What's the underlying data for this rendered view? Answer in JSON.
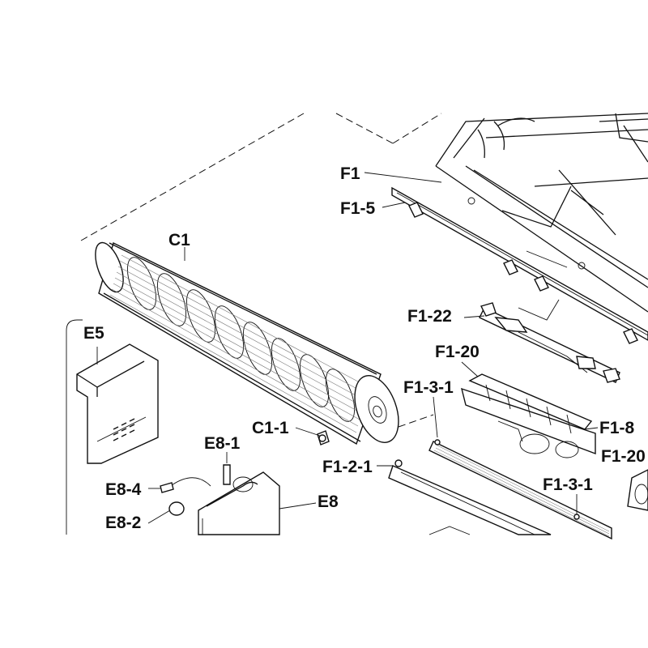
{
  "labels": {
    "c1": "C1",
    "c1_1": "C1-1",
    "e5": "E5",
    "e8": "E8",
    "e8_1": "E8-1",
    "e8_2": "E8-2",
    "e8_4": "E8-4",
    "f1": "F1",
    "f1_5": "F1-5",
    "f1_22": "F1-22",
    "f1_20a": "F1-20",
    "f1_20b": "F1-20",
    "f1_3_1a": "F1-3-1",
    "f1_3_1b": "F1-3-1",
    "f1_2_1": "F1-2-1",
    "f1_8": "F1-8"
  }
}
